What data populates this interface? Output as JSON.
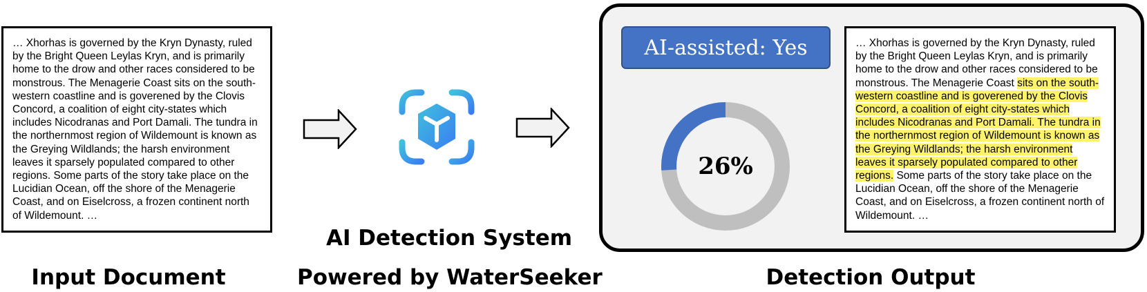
{
  "input_document": {
    "text": "… Xhorhas is governed by the Kryn Dynasty, ruled by the Bright Queen Leylas Kryn, and is primarily home to the drow and other races considered to be monstrous. The Menagerie Coast sits on the south-western coastline and is goverened by the Clovis Concord, a coalition of eight city-states which includes Nicodranas and Port Damali. The tundra in the northernmost region of Wildemount is known as the Greying Wildlands; the harsh environment leaves it sparsely populated compared to other regions. Some parts of the story take place on the Lucidian Ocean, off the shore of the Menagerie Coast, and on Eiselcross, a frozen continent north of Wildemount. …"
  },
  "output_document": {
    "before_highlight": "… Xhorhas is governed by the Kryn Dynasty, ruled by the Bright Queen Leylas Kryn, and is primarily home to the drow and other races considered to be monstrous. The Menagerie Coast ",
    "highlight": "sits on the south-western coastline and is goverened by the Clovis Concord, a coalition of eight city-states which includes Nicodranas and Port Damali. The tundra in the northernmost region of Wildemount is known as the Greying Wildlands; the harsh environment leaves it sparsely populated compared to other regions.",
    "after_highlight": " Some parts of the story take place on the Lucidian Ocean, off the shore of the Menagerie Coast, and on Eiselcross, a frozen continent north of Wildemount. …",
    "highlight_color": "#fff36b"
  },
  "verdict": {
    "label": "AI-assisted: Yes",
    "color": "#4472c4"
  },
  "score": {
    "label": "26%",
    "fraction": 0.26,
    "fill_color": "#4472c4",
    "track_color": "#bfbfbf"
  },
  "captions": {
    "input": "Input Document",
    "system_line1": "AI Detection System",
    "system_line2": "Powered by WaterSeeker",
    "output": "Detection Output"
  },
  "icons": {
    "arrow": "right-arrow-icon",
    "system_logo": "cube-scan-icon"
  },
  "logo_gradient": [
    "#3fb8dc",
    "#3b82f0"
  ]
}
